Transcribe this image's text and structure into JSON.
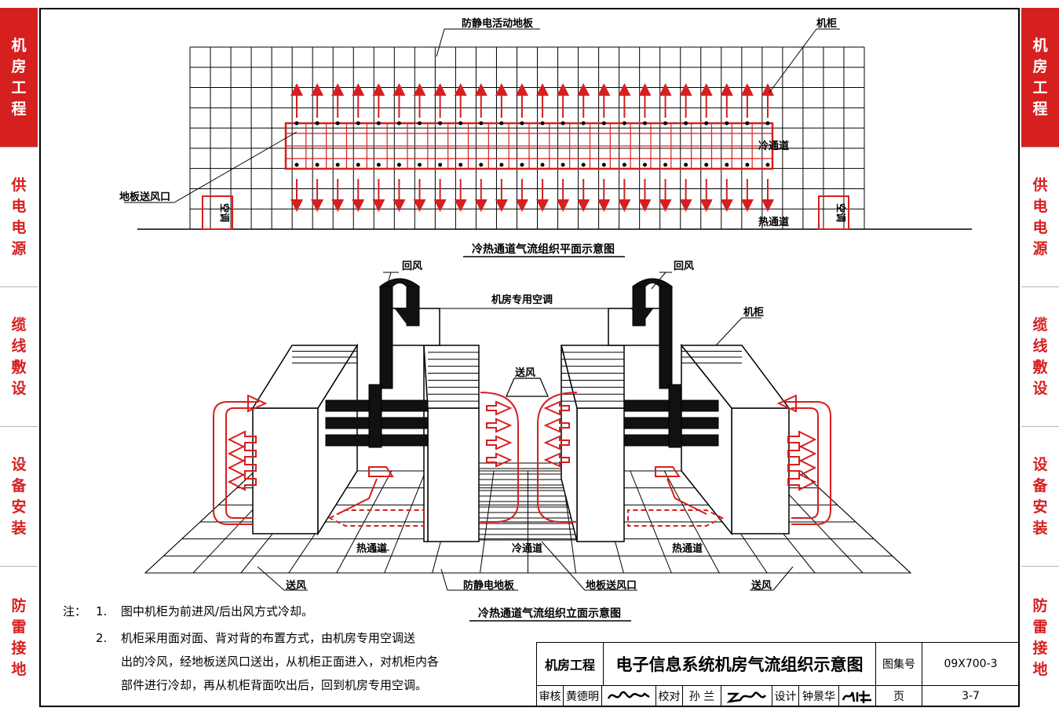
{
  "sidebar": {
    "tabs": [
      {
        "label": "机房工程",
        "chars": [
          "机",
          "房",
          "工",
          "程"
        ],
        "active": true
      },
      {
        "label": "供电电源",
        "chars": [
          "供",
          "电",
          "电",
          "源"
        ],
        "active": false
      },
      {
        "label": "缆线敷设",
        "chars": [
          "缆",
          "线",
          "敷",
          "设"
        ],
        "active": false
      },
      {
        "label": "设备安装",
        "chars": [
          "设",
          "备",
          "安",
          "装"
        ],
        "active": false
      },
      {
        "label": "防雷接地",
        "chars": [
          "防",
          "雷",
          "接",
          "地"
        ],
        "active": false
      }
    ]
  },
  "plan": {
    "title": "冷热通道气流组织平面示意图",
    "labels": {
      "floor": "防静电活动地板",
      "cabinet": "机柜",
      "cold_aisle": "冷通道",
      "hot_aisle": "热通道",
      "floor_vent": "地板送风口",
      "ac_unit": "空调"
    }
  },
  "elevation": {
    "title": "冷热通道气流组织立面示意图",
    "labels": {
      "return_air_left": "回风",
      "return_air_right": "回风",
      "crac": "机房专用空调",
      "cabinet": "机柜",
      "supply_air_top": "送风",
      "hot_aisle_left": "热通道",
      "cold_aisle": "冷通道",
      "hot_aisle_right": "热通道",
      "supply_left": "送风",
      "floor": "防静电地板",
      "floor_vent": "地板送风口",
      "supply_right": "送风"
    }
  },
  "notes": {
    "prefix": "注：",
    "items": [
      {
        "num": "1.",
        "lines": [
          "图中机柜为前进风/后出风方式冷却。"
        ]
      },
      {
        "num": "2.",
        "lines": [
          "机柜采用面对面、背对背的布置方式，由机房专用空调送",
          "出的冷风，经地板送风口送出，从机柜正面进入，对机柜内各",
          "部件进行冷却，再从机柜背面吹出后，回到机房专用空调。"
        ]
      }
    ]
  },
  "title_block": {
    "category": "机房工程",
    "drawing_title": "电子信息系统机房气流组织示意图",
    "atlas_label": "图集号",
    "atlas_no": "09X700-3",
    "review_label": "审核",
    "reviewer": "黄德明",
    "check_label": "校对",
    "checker": "孙 兰",
    "design_label": "设计",
    "designer": "钟景华",
    "page_label": "页",
    "page_no": "3-7"
  },
  "colors": {
    "accent": "#d61f1f",
    "line": "#000000"
  }
}
